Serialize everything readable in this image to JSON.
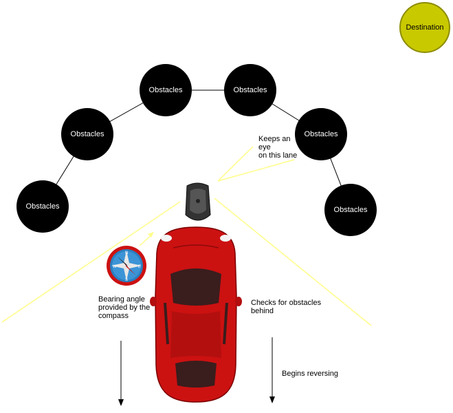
{
  "destination": {
    "label": "Destination",
    "color": "#c9c900"
  },
  "obstacles": {
    "label": "Obstacles",
    "color": "#000000",
    "items": [
      "Obstacles",
      "Obstacles",
      "Obstacles",
      "Obstacles",
      "Obstacles",
      "Obstacles"
    ]
  },
  "annotations": {
    "lane": "Keeps an\n eye\non this lane",
    "bearing": "Bearing angle\nprovided by the\ncompass",
    "behind": "Checks for obstacles\nbehind",
    "reversing": "Begins reversing"
  },
  "colors": {
    "sensor_beam": "#ffff99",
    "car_body": "#cc1111",
    "compass_ring": "#cc1111",
    "compass_face": "#2a7fc0"
  },
  "icons": {
    "compass": "compass-icon",
    "sensor": "ultrasonic-sensor-icon",
    "car": "car-top-view-icon"
  }
}
